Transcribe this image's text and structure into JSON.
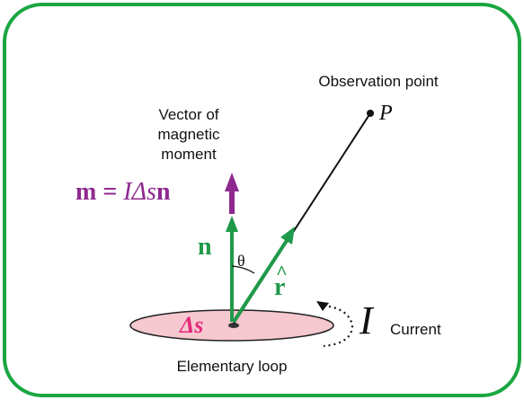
{
  "labels": {
    "observation_point": "Observation point",
    "point_name": "P",
    "vector_line1": "Vector of",
    "vector_line2": "magnetic",
    "vector_line3": "moment",
    "moment_formula_m": "m",
    "moment_formula_eq": " = ",
    "moment_formula_rhs": "IΔs",
    "moment_formula_n": "n",
    "normal": "n",
    "angle": "θ",
    "unit_vector": "r",
    "unit_vector_hat": "^",
    "area": "Δs",
    "current_symbol": "I",
    "current_label": "Current",
    "loop_label": "Elementary loop"
  },
  "colors": {
    "frame": "#1aa641",
    "moment": "#8e2a8f",
    "normal": "#1f9a4a",
    "area": "#e5297a",
    "loop_fill": "#f6c8d0",
    "ink": "#111111"
  }
}
